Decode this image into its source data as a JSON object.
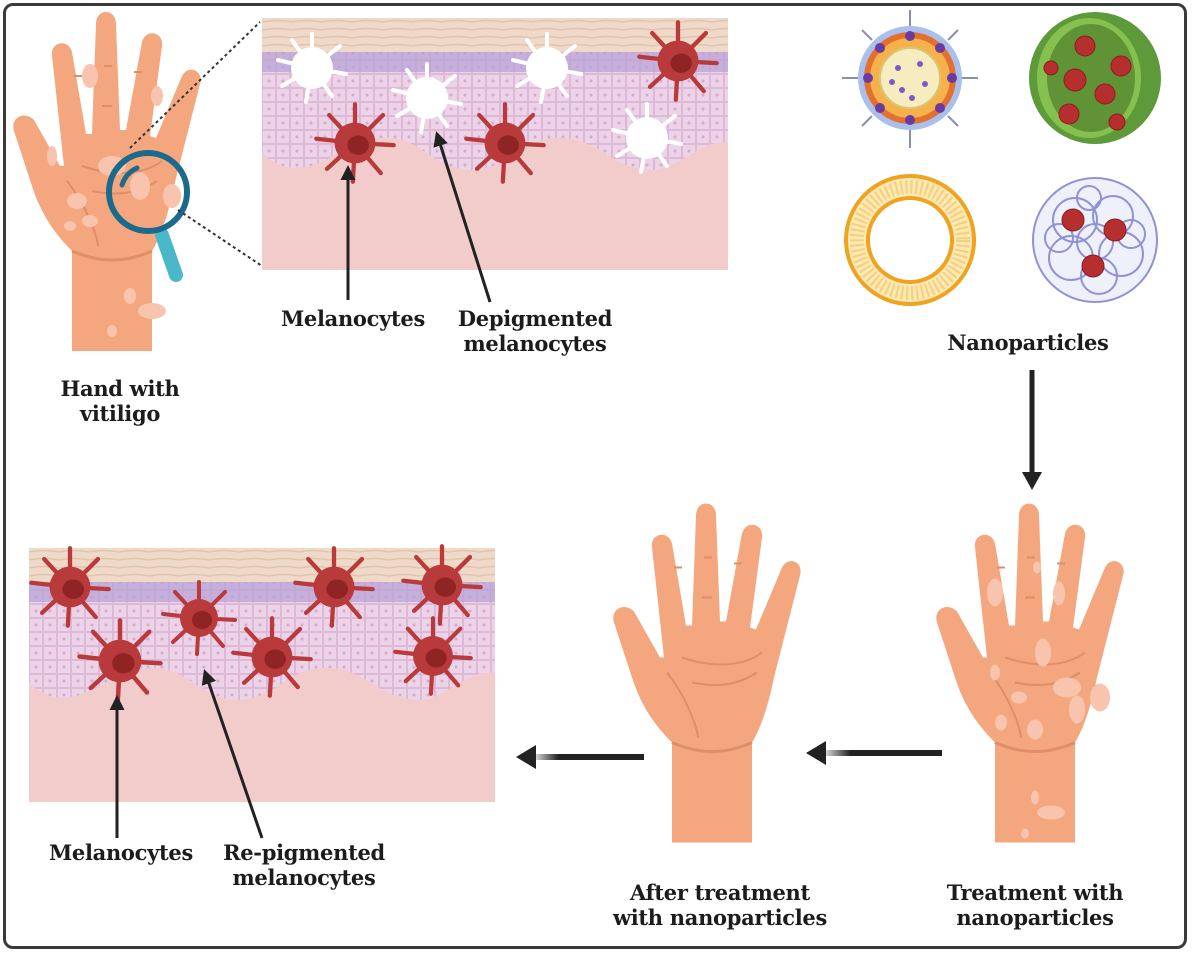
{
  "diagram": {
    "topic": "Nanoparticle treatment of vitiligo",
    "colors": {
      "skin": "#f4a77e",
      "skin_shadow": "#e8926a",
      "depigmented_patch": "#f8c4ad",
      "magnifier_ring": "#1b6a8c",
      "magnifier_handle": "#4ab8c8",
      "melanocyte": "#b83a3a",
      "melanocyte_nucleus": "#8e2424",
      "dermis": "#f2cccb",
      "epidermis_cells": "#ecd3e8",
      "basal_layer": "#b9a3d6",
      "stratum_corneum": "#efd9c8",
      "arrow": "#222222",
      "border": "#3a3a3a"
    },
    "panels": {
      "hand_vitiligo": {
        "label_lines": [
          "Hand with",
          "vitiligo"
        ]
      },
      "skin_before": {
        "labels": {
          "melanocytes": "Melanocytes",
          "depigmented_lines": [
            "Depigmented",
            "melanocytes"
          ]
        }
      },
      "nanoparticles": {
        "label": "Nanoparticles",
        "types": [
          "lipid-nanoparticle",
          "polymeric-nanosphere",
          "liposome",
          "polymer-nanogel"
        ]
      },
      "hand_treatment": {
        "label_lines": [
          "Treatment with",
          "nanoparticles"
        ]
      },
      "hand_after": {
        "label_lines": [
          "After treatment",
          "with nanoparticles"
        ]
      },
      "skin_after": {
        "labels": {
          "melanocytes": "Melanocytes",
          "repigmented_lines": [
            "Re-pigmented",
            "melanocytes"
          ]
        }
      }
    }
  }
}
